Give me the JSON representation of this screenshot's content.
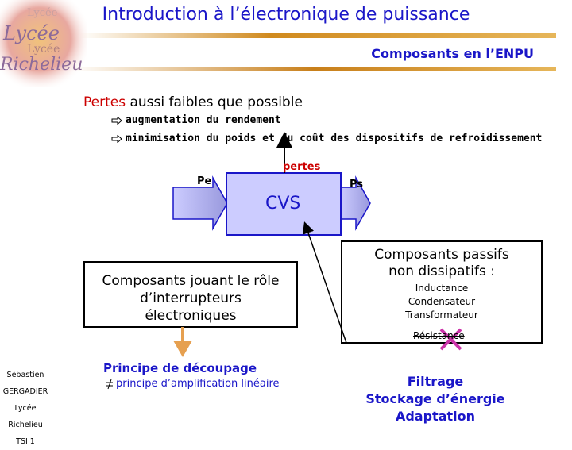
{
  "logo": {
    "lines": [
      "Lycée",
      "Lycée",
      "Lycée",
      "Richelieu"
    ]
  },
  "header": {
    "title": "Introduction à l’électronique de puissance",
    "subtitle": "Composants en l’ENPU"
  },
  "pertes": {
    "word": "Pertes",
    "rest": " aussi faibles que possible",
    "bullets": [
      "augmentation du rendement",
      "minimisation du poids et du coût des dispositifs de refroidissement"
    ]
  },
  "diagram": {
    "pe": "Pe",
    "ps": "Ps",
    "pertes_label": "pertes",
    "cvs": "CVS"
  },
  "box_interrupteurs": {
    "lines": [
      "Composants jouant le rôle",
      "d’interrupteurs",
      "électroniques"
    ]
  },
  "box_passifs": {
    "title_lines": [
      "Composants passifs",
      "non dissipatifs :"
    ],
    "items": [
      "Inductance",
      "Condensateur",
      "Transformateur"
    ],
    "crossed": "Résistance"
  },
  "principe": {
    "title": "Principe de découpage",
    "note": "principe d’amplification linéaire"
  },
  "functions": [
    "Filtrage",
    "Stockage d’énergie",
    "Adaptation"
  ],
  "author": {
    "lines": [
      "Sébastien",
      "GERGADIER",
      "Lycée Richelieu",
      "TSI 1"
    ]
  },
  "colors": {
    "title_blue": "#1a16c8",
    "accent_red": "#cc0000",
    "bar_orange": "#d08a1e",
    "cvs_fill": "#ccccff"
  },
  "icons": {
    "bullet": "hollow-right-arrow",
    "neq": "not-equal-sign"
  }
}
